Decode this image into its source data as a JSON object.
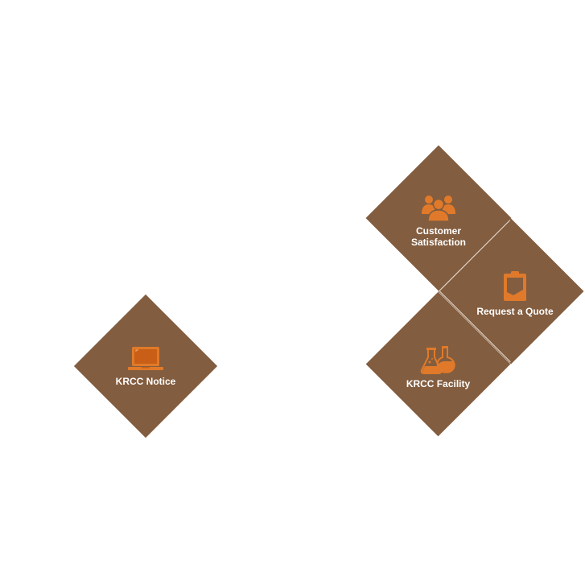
{
  "tiles": {
    "notice": {
      "label": "KRCC Notice",
      "icon": "laptop-icon"
    },
    "customer": {
      "label": "Customer\nSatisfaction",
      "icon": "users-icon"
    },
    "quote": {
      "label": "Request a Quote",
      "icon": "clipboard-icon"
    },
    "facility": {
      "label": "KRCC Facility",
      "icon": "flask-icon"
    }
  },
  "colors": {
    "tile_bg": "#835d3f",
    "icon": "#e07a2a",
    "label": "#ffffff",
    "page_bg": "#ffffff"
  }
}
